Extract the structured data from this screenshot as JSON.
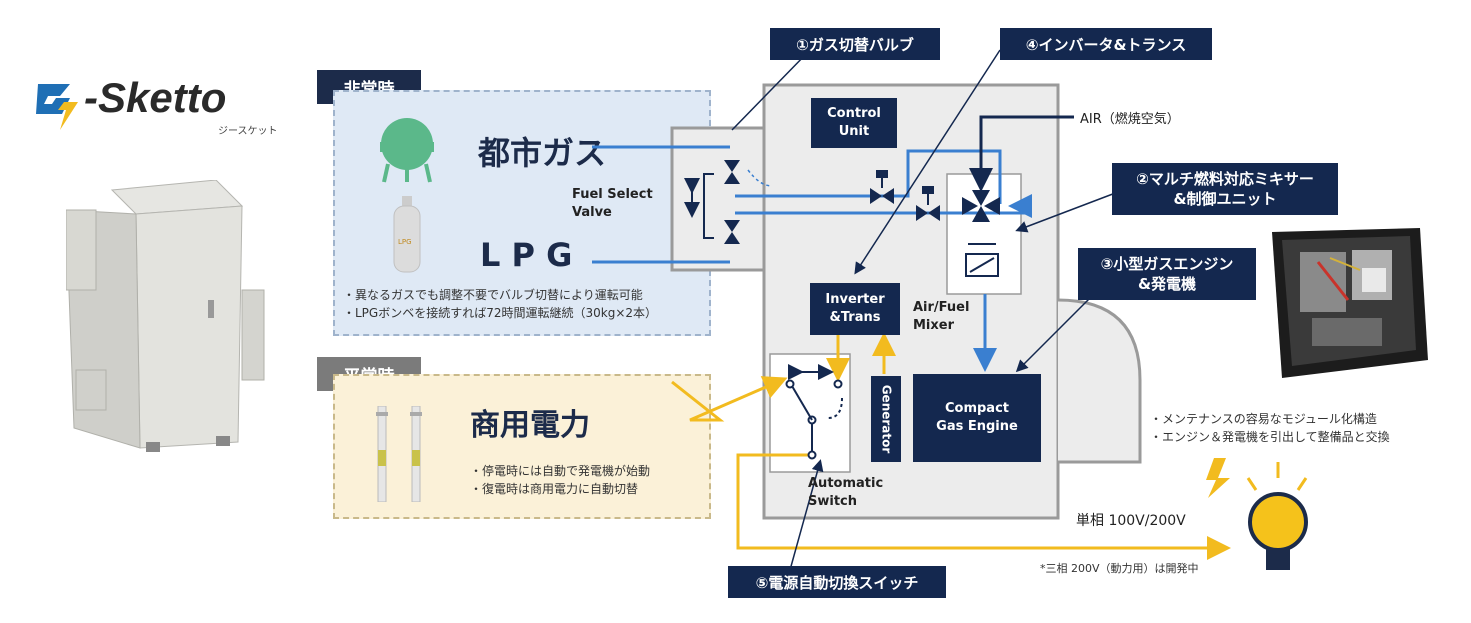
{
  "logo": {
    "text": "-Sketto",
    "sub": "ジースケット"
  },
  "sections": {
    "emergency": {
      "tag": "非常時",
      "gas": "都市ガス",
      "lpg": "L P G",
      "lpg_tank": "LPG",
      "notes": [
        "・異なるガスでも調整不要でバルブ切替により運転可能",
        "・LPGボンベを接続すれば72時間運転継続（30kg×2本）"
      ]
    },
    "normal": {
      "tag": "平常時",
      "power": "商用電力",
      "notes": [
        "・停電時には自動で発電機が始動",
        "・復電時は商用電力に自動切替"
      ]
    }
  },
  "callouts": {
    "c1": "①ガス切替バルブ",
    "c2a": "②マルチ燃料対応ミキサー",
    "c2b": "&制御ユニット",
    "c3a": "③小型ガスエンジン",
    "c3b": "&発電機",
    "c4": "④インバータ&トランス",
    "c5": "⑤電源自動切換スイッチ"
  },
  "components": {
    "control_unit": [
      "Control",
      "Unit"
    ],
    "fuel_select": [
      "Fuel Select",
      "Valve"
    ],
    "inverter": [
      "Inverter",
      "&Trans"
    ],
    "mixer": [
      "Air/Fuel",
      "Mixer"
    ],
    "generator": "Generator",
    "engine": [
      "Compact",
      "Gas Engine"
    ],
    "switch": [
      "Automatic",
      "Switch"
    ],
    "air": "AIR（燃焼空気）"
  },
  "output": {
    "notes": [
      "・メンテナンスの容易なモジュール化構造",
      "・エンジン＆発電機を引出して整備品と交換"
    ],
    "voltage": "単相 100V/200V",
    "footnote": "*三相 200V（動力用）は開発中"
  },
  "colors": {
    "navy": "#14284f",
    "blue": "#3a7fd0",
    "yellow": "#f2bb1f",
    "green": "#4caf7a"
  }
}
